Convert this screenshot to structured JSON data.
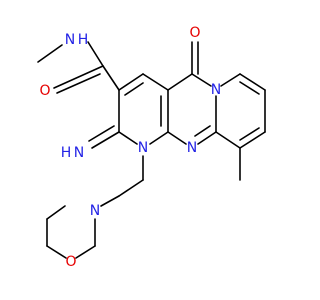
{
  "molecule": {
    "atoms": {
      "amide_nh": {
        "text": "H",
        "prefix": "N",
        "color": "#2323e6"
      },
      "amide_o": {
        "text": "O",
        "color": "#e60000"
      },
      "ketone_o": {
        "text": "O",
        "color": "#e60000"
      },
      "imine": {
        "text": "H",
        "prefix": "N",
        "color": "#2323e6"
      },
      "n1": {
        "text": "N",
        "color": "#2323e6"
      },
      "n_bridge": {
        "text": "N",
        "color": "#2323e6"
      },
      "n_pyr": {
        "text": "N",
        "color": "#2323e6"
      },
      "n_morph": {
        "text": "N",
        "color": "#2323e6"
      },
      "o_morph": {
        "text": "O",
        "color": "#e60000"
      }
    },
    "colors": {
      "bond": "#000000",
      "nitrogen": "#2323e6",
      "oxygen": "#e60000",
      "background": "#ffffff"
    }
  }
}
